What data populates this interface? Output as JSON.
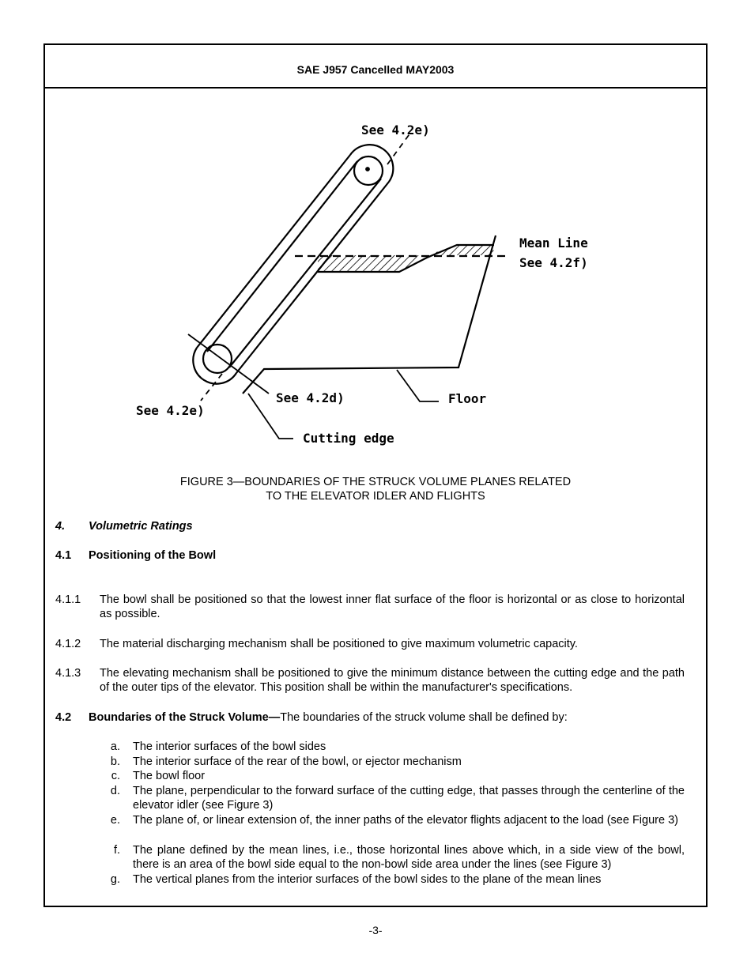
{
  "header": {
    "title": "SAE J957 Cancelled MAY2003"
  },
  "figure": {
    "labels": {
      "top_see": "See 4.2e)",
      "mean_line": "Mean Line",
      "mean_see": "See 4.2f)",
      "see_d": "See 4.2d)",
      "floor": "Floor",
      "bottom_see": "See 4.2e)",
      "cutting_edge": "Cutting edge"
    },
    "caption_line1": "FIGURE 3—BOUNDARIES OF THE STRUCK VOLUME PLANES RELATED",
    "caption_line2": "TO THE ELEVATOR IDLER AND FLIGHTS"
  },
  "section4": {
    "num": "4.",
    "title": "Volumetric Ratings"
  },
  "s41": {
    "num": "4.1",
    "title": "Positioning of the Bowl"
  },
  "paras": [
    {
      "num": "4.1.1",
      "text": "The bowl shall be positioned so that the lowest inner flat surface of the floor is horizontal or as close to horizontal as possible."
    },
    {
      "num": "4.1.2",
      "text": "The material discharging mechanism shall be positioned to give maximum volumetric capacity."
    },
    {
      "num": "4.1.3",
      "text": "The elevating mechanism shall be positioned to give the minimum distance between the cutting edge and the path of the outer tips of the elevator.  This position shall be within the manufacturer's specifications."
    }
  ],
  "s42": {
    "num": "4.2",
    "title": "Boundaries of the Struck Volume—",
    "text": "The boundaries of the struck volume shall be defined by:"
  },
  "list": [
    {
      "k": "a.",
      "v": "The interior surfaces of the bowl sides"
    },
    {
      "k": "b.",
      "v": "The interior surface of the rear of the bowl, or ejector mechanism"
    },
    {
      "k": "c.",
      "v": "The bowl floor"
    },
    {
      "k": "d.",
      "v": "The plane, perpendicular to the forward surface of the cutting edge, that passes through the centerline of the elevator idler (see Figure 3)"
    },
    {
      "k": "e.",
      "v": "The plane of, or linear extension of, the inner paths of the elevator flights adjacent to the load (see Figure 3)"
    },
    {
      "k": "f.",
      "v": "The plane defined by the mean lines, i.e., those horizontal lines above which, in a side view of the bowl, there is an area of the bowl side equal to the non-bowl side area under the lines (see Figure 3)"
    },
    {
      "k": "g.",
      "v": "The vertical planes from the interior surfaces of the bowl sides to the plane of the mean lines"
    }
  ],
  "page_number": "-3-"
}
